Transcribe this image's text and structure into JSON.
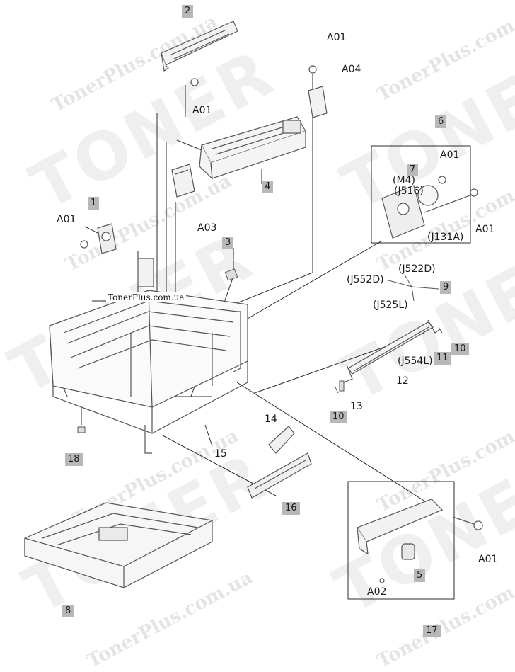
{
  "watermark": {
    "brand": "TONER",
    "site": "TonerPlus.com.ua"
  },
  "site_label": "TonerPlus.com.ua",
  "callouts": {
    "c1": "1",
    "c2": "2",
    "c3": "3",
    "c4": "4",
    "c5": "5",
    "c6": "6",
    "c7": "7",
    "c8": "8",
    "c9": "9",
    "c10a": "10",
    "c10b": "10",
    "c11": "11",
    "c12": "12",
    "c13": "13",
    "c14": "14",
    "c15": "15",
    "c16": "16",
    "c17": "17",
    "c18": "18",
    "a01_top": "A01",
    "a01_rail2": "A01",
    "a04": "A04",
    "a01_panel6_top": "A01",
    "a01_panel6_right": "A01",
    "a01_left": "A01",
    "a03": "A03",
    "a01_tray": "A01",
    "a02": "A02",
    "m4": "(M4)",
    "j516": "(J516)",
    "j131a": "(J131A)",
    "j522d": "(J522D)",
    "j552d": "(J552D)",
    "j525l": "(J525L)",
    "j554l": "(J554L)"
  },
  "colors": {
    "line": "#2b2b2b",
    "part": "#555555",
    "callout_fill": "#b8b8b8",
    "watermark": "#cfcfcf"
  }
}
